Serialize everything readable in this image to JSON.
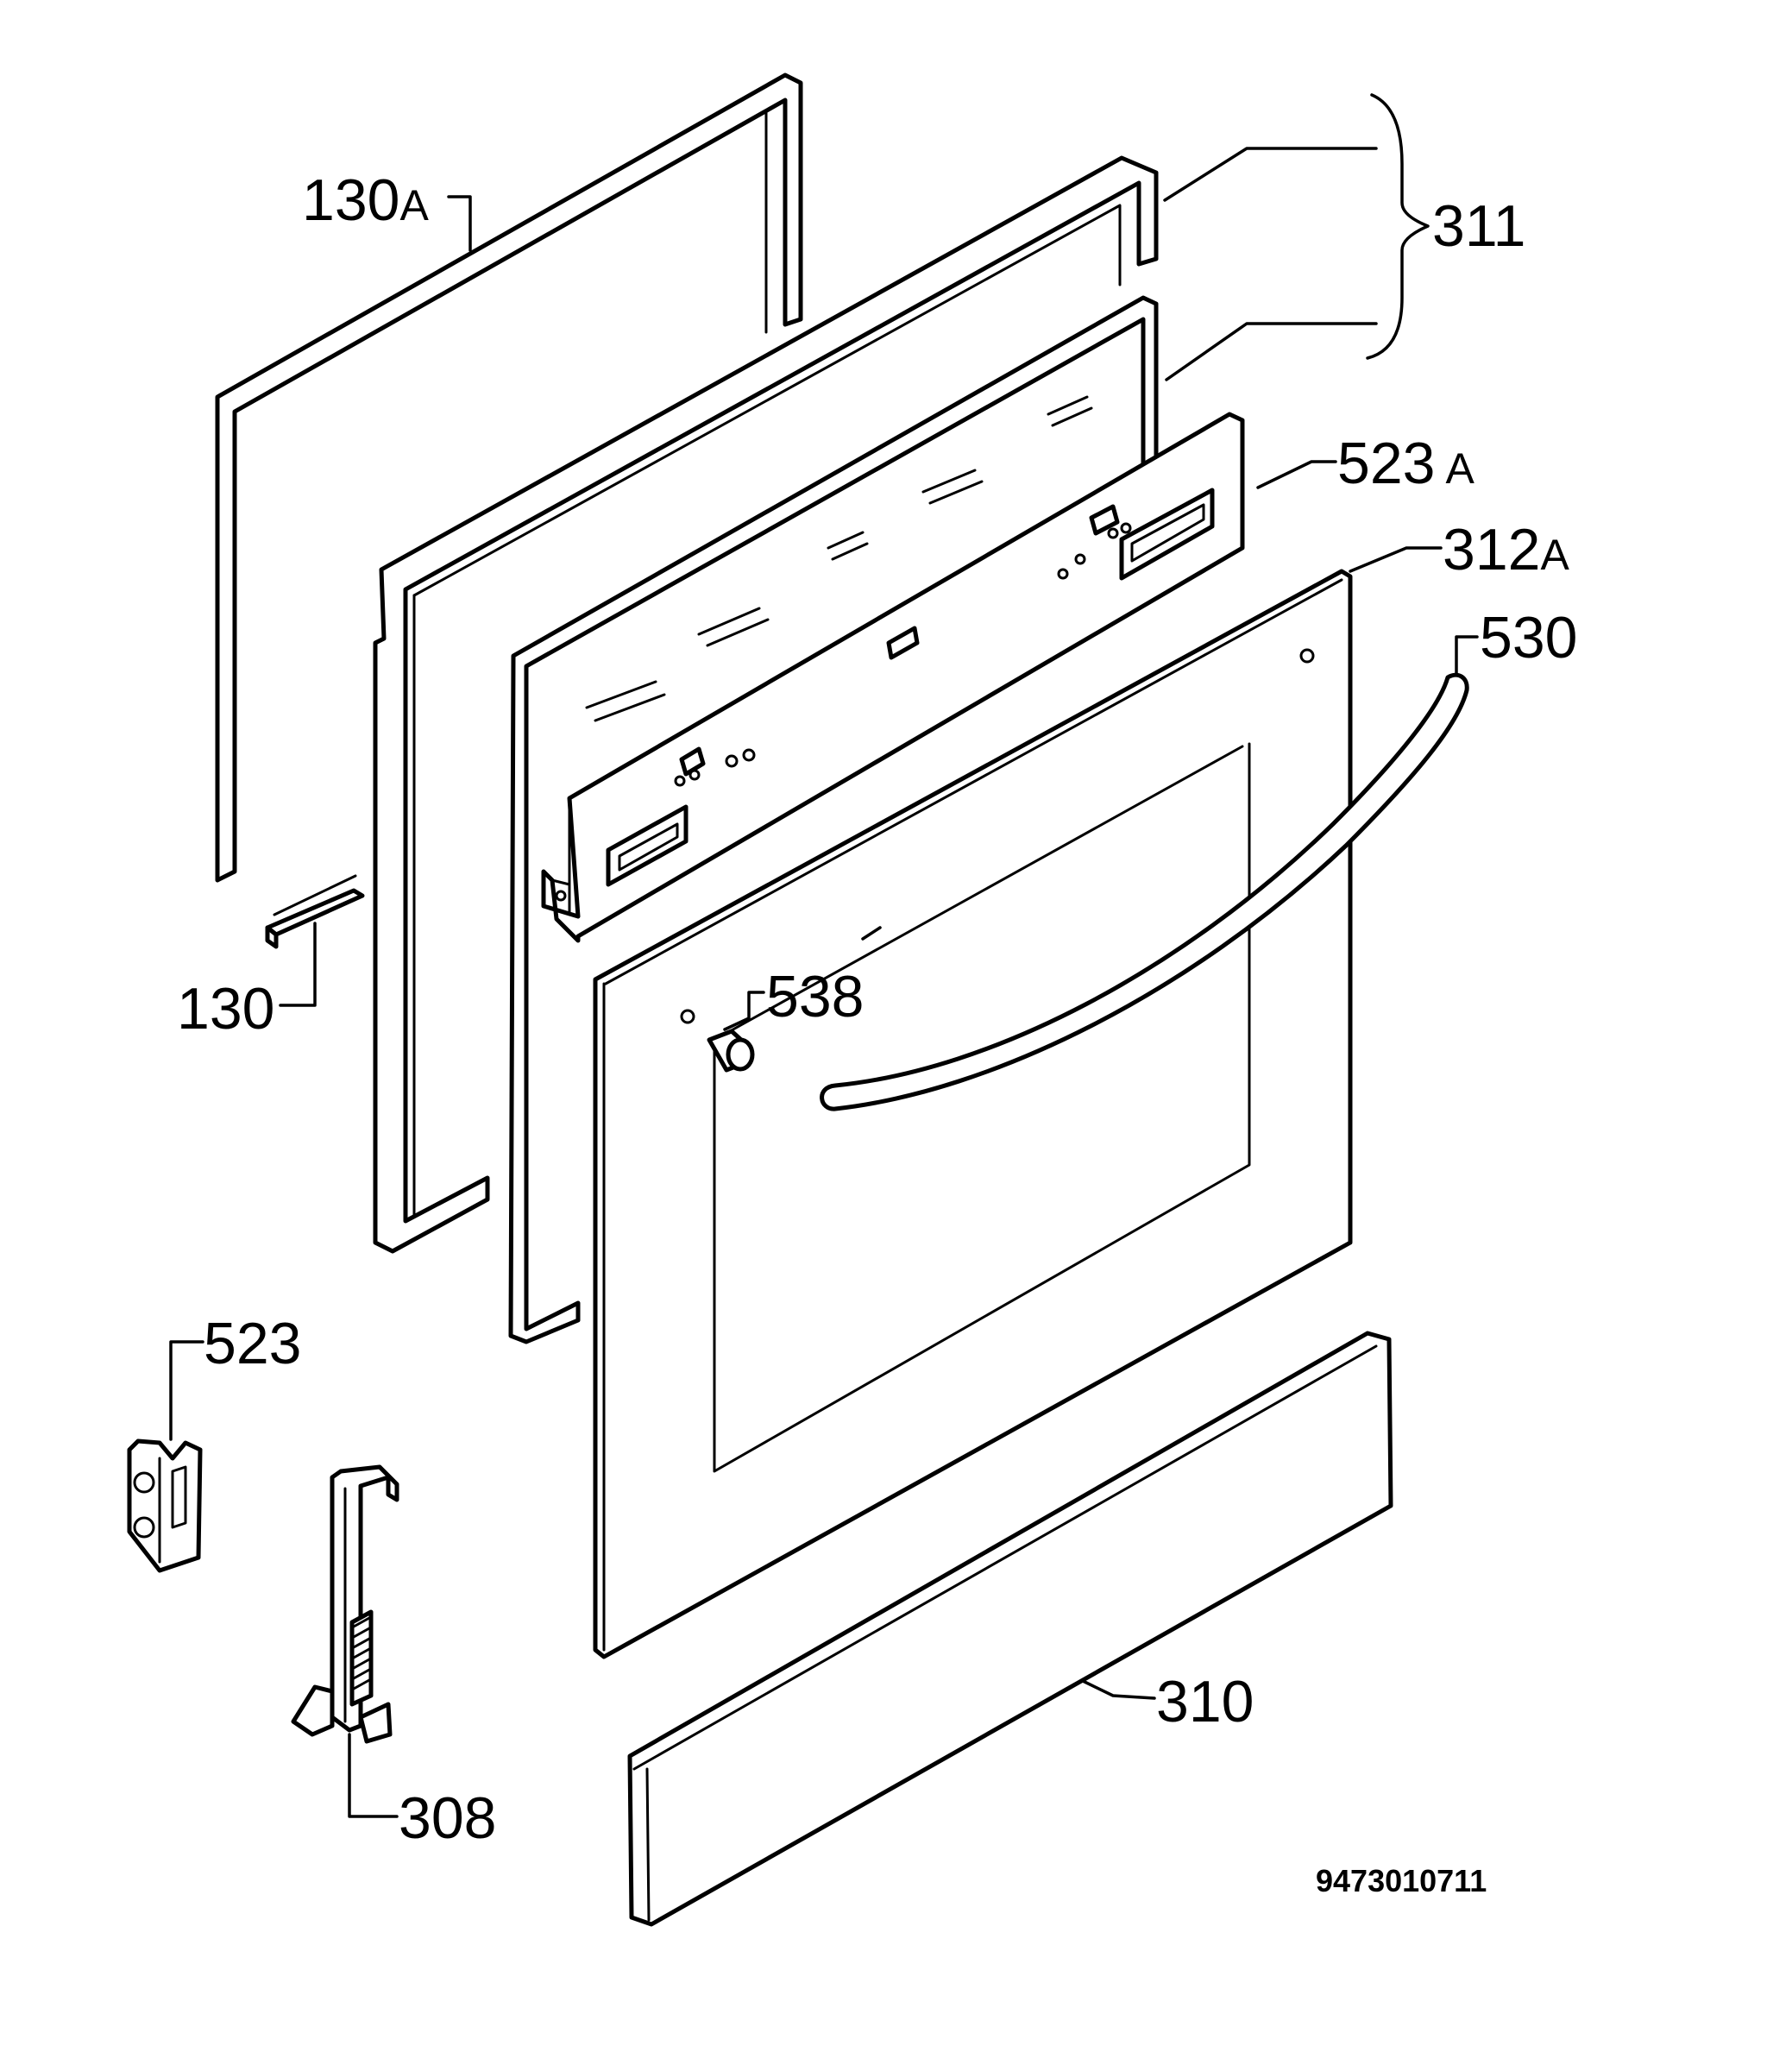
{
  "labels": {
    "p130a": "130",
    "p130a_suffix": "A",
    "p130": "130",
    "p311": "311",
    "p523a": "523",
    "p523a_suffix": "A",
    "p312a": "312",
    "p312a_suffix": "A",
    "p530": "530",
    "p538": "538",
    "p523": "523",
    "p308": "308",
    "p310": "310"
  },
  "drawing_code": "9473010711"
}
